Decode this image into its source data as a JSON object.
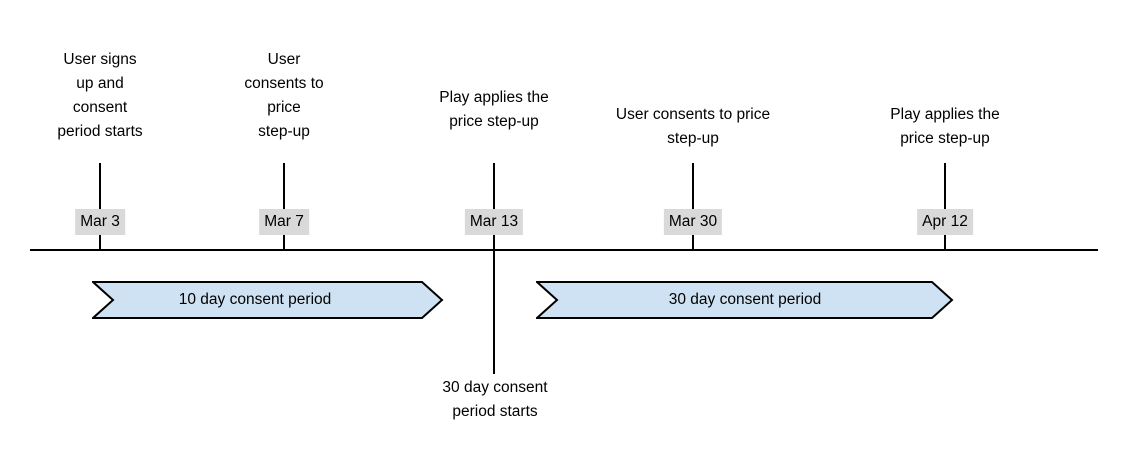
{
  "colors": {
    "period_arrow_fill": "#cfe2f3",
    "period_arrow_stroke": "#000000",
    "date_chip_background": "#d9d9d9",
    "timeline_line": "#000000",
    "text": "#000000",
    "background": "#ffffff"
  },
  "timeline": {
    "events": [
      {
        "label": "User signs\nup and\nconsent\nperiod starts",
        "date": "Mar 3"
      },
      {
        "label": "User\nconsents to\nprice\nstep-up",
        "date": "Mar 7"
      },
      {
        "label": "Play applies the\nprice step-up",
        "date": "Mar 13",
        "note_below": "30 day consent\nperiod starts"
      },
      {
        "label": "User consents to price\nstep-up",
        "date": "Mar 30"
      },
      {
        "label": "Play applies the\nprice step-up",
        "date": "Apr 12"
      }
    ],
    "periods": [
      {
        "label": "10 day consent period"
      },
      {
        "label": "30 day consent period"
      }
    ]
  }
}
